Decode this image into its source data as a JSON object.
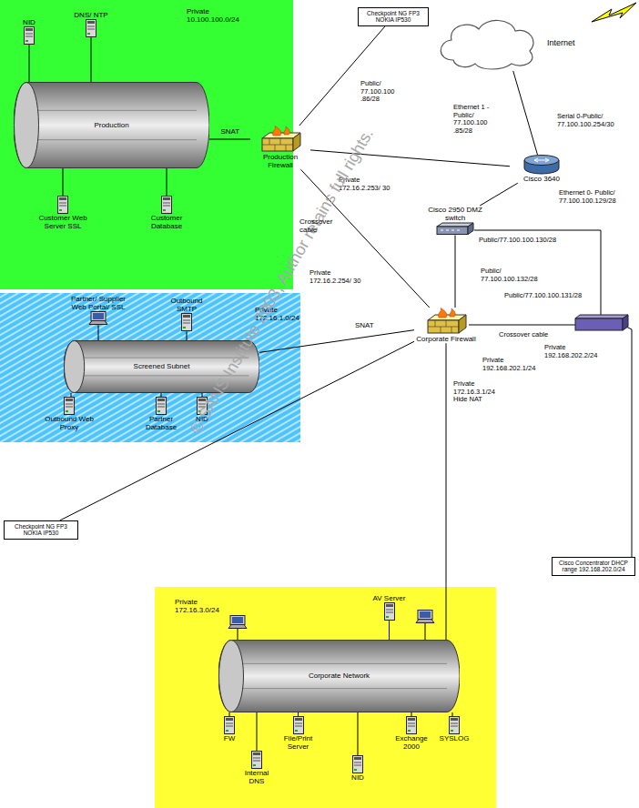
{
  "diagram": {
    "nodes": [
      {
        "text": [
          "Private 10.100.100.0/24"
        ]
      },
      {
        "text": [
          "NID"
        ],
        "in": 0
      },
      {
        "text": [
          "DNS/ NTP"
        ],
        "in": 0
      },
      {
        "text": [
          "Production"
        ],
        "in": 0
      },
      {
        "text": [
          "Customer Web Server SSL"
        ],
        "in": 0
      },
      {
        "text": [
          "Customer Database"
        ],
        "in": 0
      },
      {
        "text": [
          "Checkpoint NG FP3 NOKIA IP530"
        ]
      },
      {
        "text": [
          "Internet"
        ]
      },
      {
        "text": [
          "Production Firewall"
        ]
      },
      {
        "text": [
          "Cisco 3640"
        ]
      },
      {
        "text": [
          "Cisco 2950 DMZ switch"
        ]
      },
      {
        "text": [
          "Private 172.16.1.0/24"
        ]
      },
      {
        "text": [
          "Outbound SMTP"
        ],
        "in": 11
      },
      {
        "text": [
          "Partner/ Supplier Web Portal/ SSL"
        ],
        "in": 11
      },
      {
        "text": [
          "Screened Subnet"
        ],
        "in": 11
      },
      {
        "text": [
          "Outbound Web Proxy"
        ],
        "in": 11
      },
      {
        "text": [
          "Partner Database"
        ],
        "in": 11
      },
      {
        "text": [
          "NID"
        ],
        "in": 11
      },
      {
        "text": [
          "Corporate Firewall"
        ]
      },
      {
        "text": [
          "Checkpoint NG FP3 NOKIA IP530"
        ]
      },
      {
        "text": [
          "Cisco Concentrator DHCP range 192.168.202.0/24"
        ]
      },
      {
        "text": [
          "Private 172.16.3.0/24"
        ]
      },
      {
        "text": [
          "AV Server"
        ],
        "in": 21
      },
      {
        "text": [
          "Corporate Network"
        ],
        "in": 21
      },
      {
        "text": [
          "FW"
        ],
        "in": 21
      },
      {
        "text": [
          "File/Print Server"
        ],
        "in": 21
      },
      {
        "text": [
          "Exchange 2000"
        ],
        "in": 21
      },
      {
        "text": [
          "SYSLOG"
        ],
        "in": 21
      },
      {
        "text": [
          "Internal DNS"
        ],
        "in": 21
      },
      {
        "text": [
          "NID"
        ],
        "in": 21
      }
    ],
    "edges": [
      {
        "from": 1,
        "to": 3,
        "arrow": "none"
      },
      {
        "from": 2,
        "to": 3,
        "arrow": "none"
      },
      {
        "from": 4,
        "to": 3,
        "arrow": "none"
      },
      {
        "from": 5,
        "to": 3,
        "arrow": "none"
      },
      {
        "from": 3,
        "to": 8,
        "label": "SNAT",
        "arrow": "none"
      },
      {
        "from": 6,
        "to": 8,
        "arrow": "none"
      },
      {
        "from": 8,
        "to": 9,
        "arrow": "none"
      },
      {
        "from": 9,
        "to": 7,
        "arrow": "none"
      },
      {
        "from": 9,
        "to": 10,
        "arrow": "none"
      },
      {
        "from": 8,
        "to": 18,
        "label": "Crossover cable",
        "arrow": "none"
      },
      {
        "from": 10,
        "to": 18,
        "arrow": "none"
      },
      {
        "from": 12,
        "to": 14,
        "arrow": "none"
      },
      {
        "from": 13,
        "to": 14,
        "arrow": "none"
      },
      {
        "from": 15,
        "to": 14,
        "arrow": "none"
      },
      {
        "from": 16,
        "to": 14,
        "arrow": "none"
      },
      {
        "from": 17,
        "to": 14,
        "arrow": "none"
      },
      {
        "from": 14,
        "to": 18,
        "label": "SNAT",
        "arrow": "none"
      },
      {
        "from": 19,
        "to": 18,
        "arrow": "none"
      },
      {
        "from": 18,
        "to": 23,
        "arrow": "none"
      },
      {
        "from": 22,
        "to": 23,
        "arrow": "none"
      },
      {
        "from": 24,
        "to": 23,
        "arrow": "none"
      },
      {
        "from": 25,
        "to": 23,
        "arrow": "none"
      },
      {
        "from": 26,
        "to": 23,
        "arrow": "none"
      },
      {
        "from": 27,
        "to": 23,
        "arrow": "none"
      },
      {
        "from": 28,
        "to": 23,
        "arrow": "none"
      },
      {
        "from": 29,
        "to": 23,
        "arrow": "none"
      }
    ],
    "labels": [
      "Public/ 77.100.100 .86/28",
      "Ethernet 1 - Public/ 77.100.100 .85/28",
      "Serial 0-Public/ 77.100.100.254/30",
      "Ethernet 0- Public/ 77.100.100.129/28",
      "Public/77.100.100.130/28",
      "Private 172.16.2.253/ 30",
      "Private 172.16.2.254/ 30",
      "Public/ 77.100.100.132/28",
      "Public/77.100.100.131/28",
      "Crossover cable",
      "Private 192.168.202.2/24",
      "Private 192.168.202.1/24",
      "Private 172.16.3.1/24 Hide NAT",
      "© SANS Institute 2003, Author retains full rights."
    ]
  }
}
